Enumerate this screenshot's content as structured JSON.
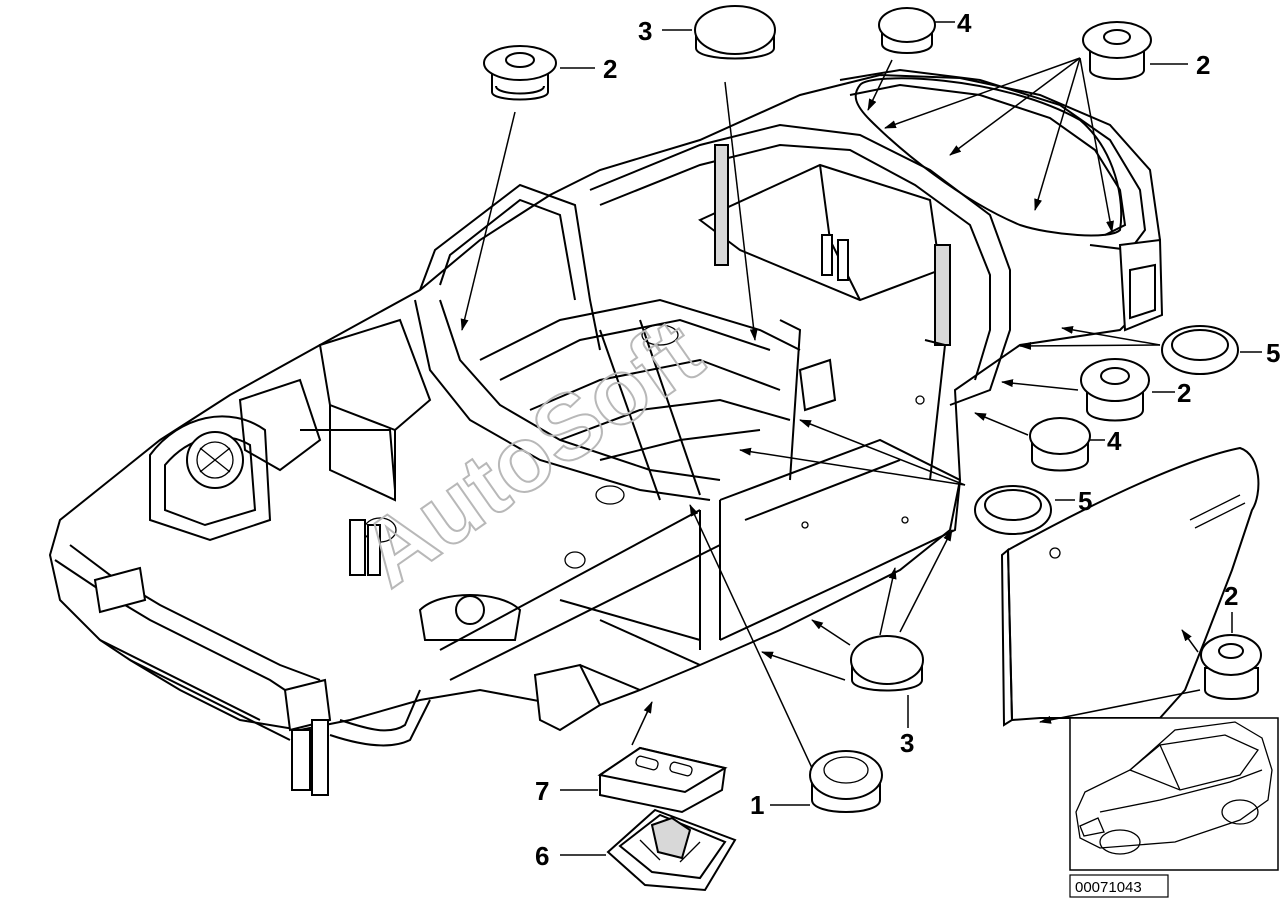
{
  "callouts": [
    {
      "id": "c1",
      "text": "1"
    },
    {
      "id": "c2a",
      "text": "2"
    },
    {
      "id": "c2b",
      "text": "2"
    },
    {
      "id": "c2c",
      "text": "2"
    },
    {
      "id": "c2d",
      "text": "2"
    },
    {
      "id": "c3a",
      "text": "3"
    },
    {
      "id": "c3b",
      "text": "3"
    },
    {
      "id": "c4a",
      "text": "4"
    },
    {
      "id": "c4b",
      "text": "4"
    },
    {
      "id": "c5a",
      "text": "5"
    },
    {
      "id": "c5b",
      "text": "5"
    },
    {
      "id": "c6",
      "text": "6"
    },
    {
      "id": "c7",
      "text": "7"
    }
  ],
  "watermark": "AutoSoft",
  "reference_code": "00071043"
}
